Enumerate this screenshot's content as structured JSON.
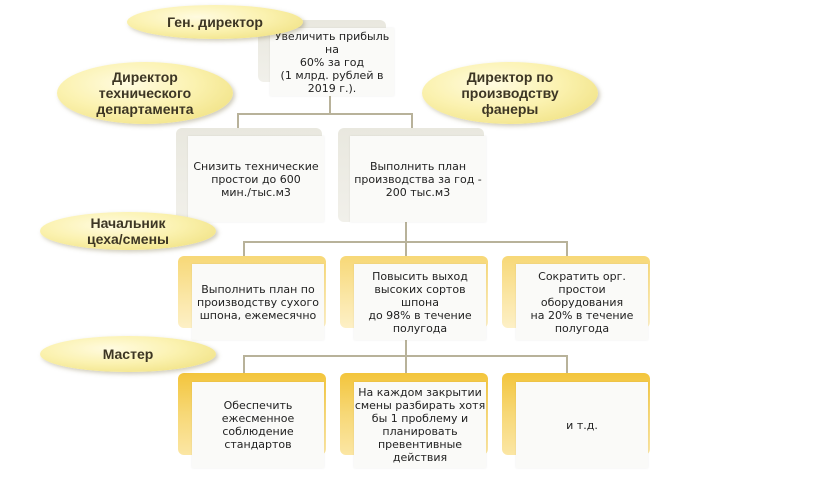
{
  "roles": {
    "ceo": "Ген. директор",
    "tech_director": "Директор\nтехнического\nдепартамента",
    "plywood_director": "Директор по\nпроизводству\nфанеры",
    "shop_head": "Начальник\nцеха/смены",
    "master": "Мастер"
  },
  "goals": {
    "ceo": "Увеличить прибыль на\n60% за год\n(1 млрд. рублей в\n2019 г.).",
    "tech": "Снизить технические\nпростои до 600\nмин./тыс.м3",
    "plywood": "Выполнить план\nпроизводства за год -\n200 тыс.м3",
    "shop_1": "Выполнить план по\nпроизводству сухого\nшпона, ежемесячно",
    "shop_2": "Повысить выход\nвысоких сортов шпона\nдо 98% в течение\nполугода",
    "shop_3": "Сократить орг.\nпростои оборудования\nна 20% в течение\nполугода",
    "master_1": "Обеспечить\nежесменное\nсоблюдение\nстандартов",
    "master_2": "На каждом закрытии\nсмены разбирать хотя\nбы 1 проблему и\nпланировать\nпревентивные\nдействия",
    "master_3": "и т.д."
  },
  "colors": {
    "role_fill": "#fbf2b0",
    "level_gold": "#f7d877",
    "box_fill": "#fafaf8",
    "connector": "#b8b29a"
  }
}
